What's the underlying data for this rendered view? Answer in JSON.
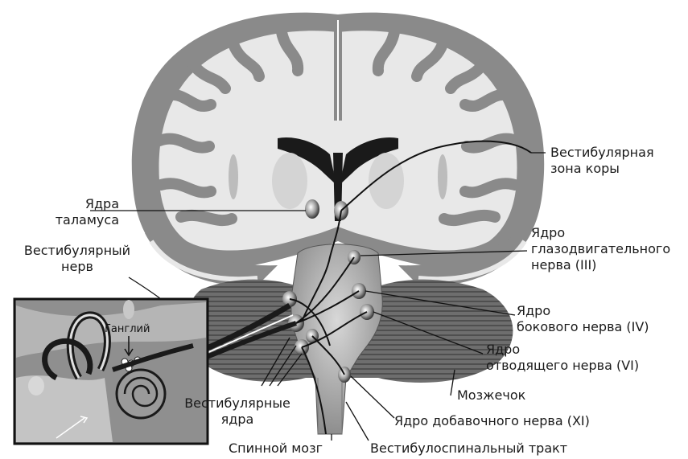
{
  "labels": {
    "vestibular_cortex": [
      "Вестибулярная",
      "зона коры"
    ],
    "thalamus": [
      "Ядра",
      "таламуса"
    ],
    "vestibular_nerve": [
      "Вестибулярный",
      "нерв"
    ],
    "oculomotor": [
      "Ядро",
      "глазодвигательного",
      "нерва (III)"
    ],
    "trochlear": [
      "Ядро",
      "бокового нерва (IV)"
    ],
    "abducens": [
      "Ядро",
      "отводящего нерва (VI)"
    ],
    "cerebellum": "Мозжечок",
    "vestibular_nuclei": [
      "Вестибулярные",
      "ядра"
    ],
    "accessory": "Ядро добавочного нерва (XI)",
    "spinal_cord": "Спинной мозг",
    "vestibulospinal": "Вестибулоспинальный тракт",
    "ganglion": "Ганглий"
  },
  "colors": {
    "gray_matter": "#8a8a8a",
    "white_matter": "#e6e6e6",
    "dark": "#1a1a1a",
    "inset_bg": "#9a9a9a"
  }
}
